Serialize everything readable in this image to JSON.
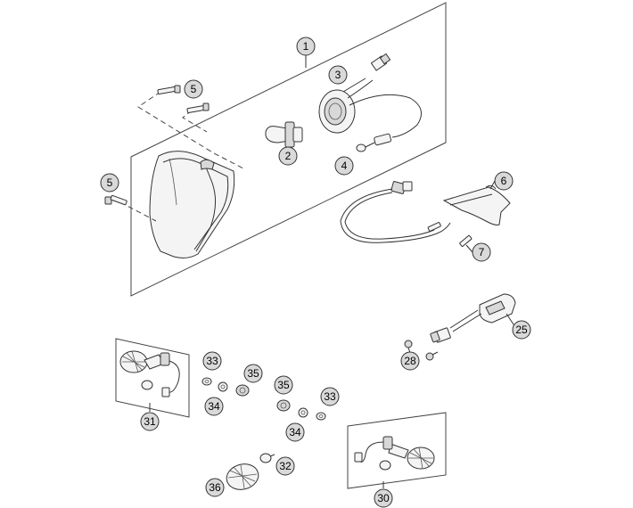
{
  "diagram": {
    "callouts": [
      {
        "id": "c1",
        "label": "1"
      },
      {
        "id": "c2",
        "label": "2"
      },
      {
        "id": "c3",
        "label": "3"
      },
      {
        "id": "c4",
        "label": "4"
      },
      {
        "id": "c5a",
        "label": "5"
      },
      {
        "id": "c5b",
        "label": "5"
      },
      {
        "id": "c6",
        "label": "6"
      },
      {
        "id": "c7",
        "label": "7"
      },
      {
        "id": "c25",
        "label": "25"
      },
      {
        "id": "c28",
        "label": "28"
      },
      {
        "id": "c30",
        "label": "30"
      },
      {
        "id": "c31",
        "label": "31"
      },
      {
        "id": "c32",
        "label": "32"
      },
      {
        "id": "c33a",
        "label": "33"
      },
      {
        "id": "c33b",
        "label": "33"
      },
      {
        "id": "c34a",
        "label": "34"
      },
      {
        "id": "c34b",
        "label": "34"
      },
      {
        "id": "c35a",
        "label": "35"
      },
      {
        "id": "c35b",
        "label": "35"
      },
      {
        "id": "c36",
        "label": "36"
      }
    ]
  }
}
